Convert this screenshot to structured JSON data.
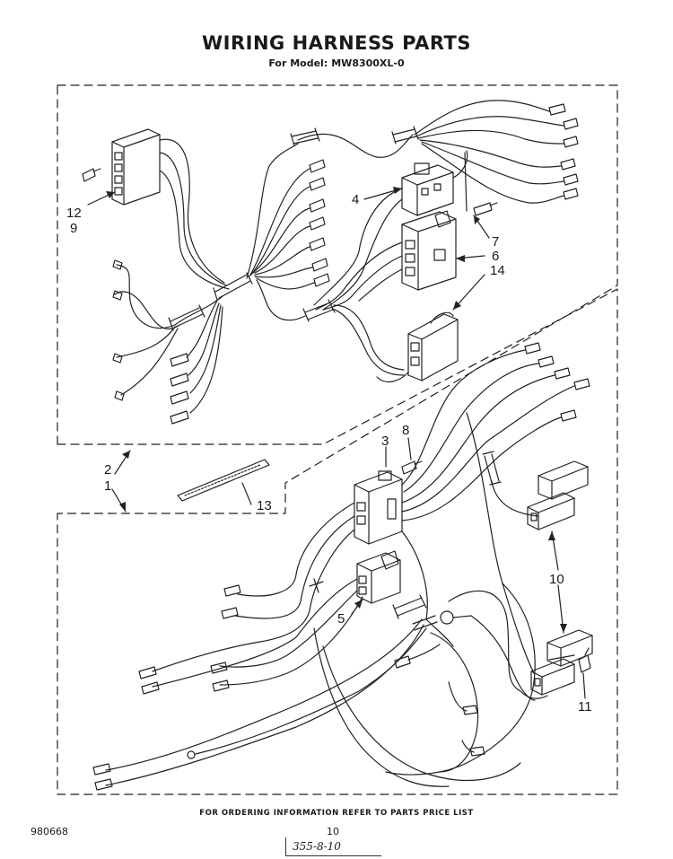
{
  "header": {
    "title": "WIRING HARNESS PARTS",
    "model_label": "For Model:",
    "model_number": "MW8300XL-0"
  },
  "callouts": {
    "c1": "1",
    "c2": "2",
    "c3": "3",
    "c4": "4",
    "c5": "5",
    "c6": "6",
    "c7": "7",
    "c8": "8",
    "c9": "9",
    "c10": "10",
    "c11": "11",
    "c12": "12",
    "c13": "13",
    "c14": "14"
  },
  "footer": {
    "ordering_note": "FOR ORDERING INFORMATION REFER TO PARTS PRICE LIST",
    "doc_number": "980668",
    "page_number": "10",
    "handwritten_note": "355-8-10"
  }
}
